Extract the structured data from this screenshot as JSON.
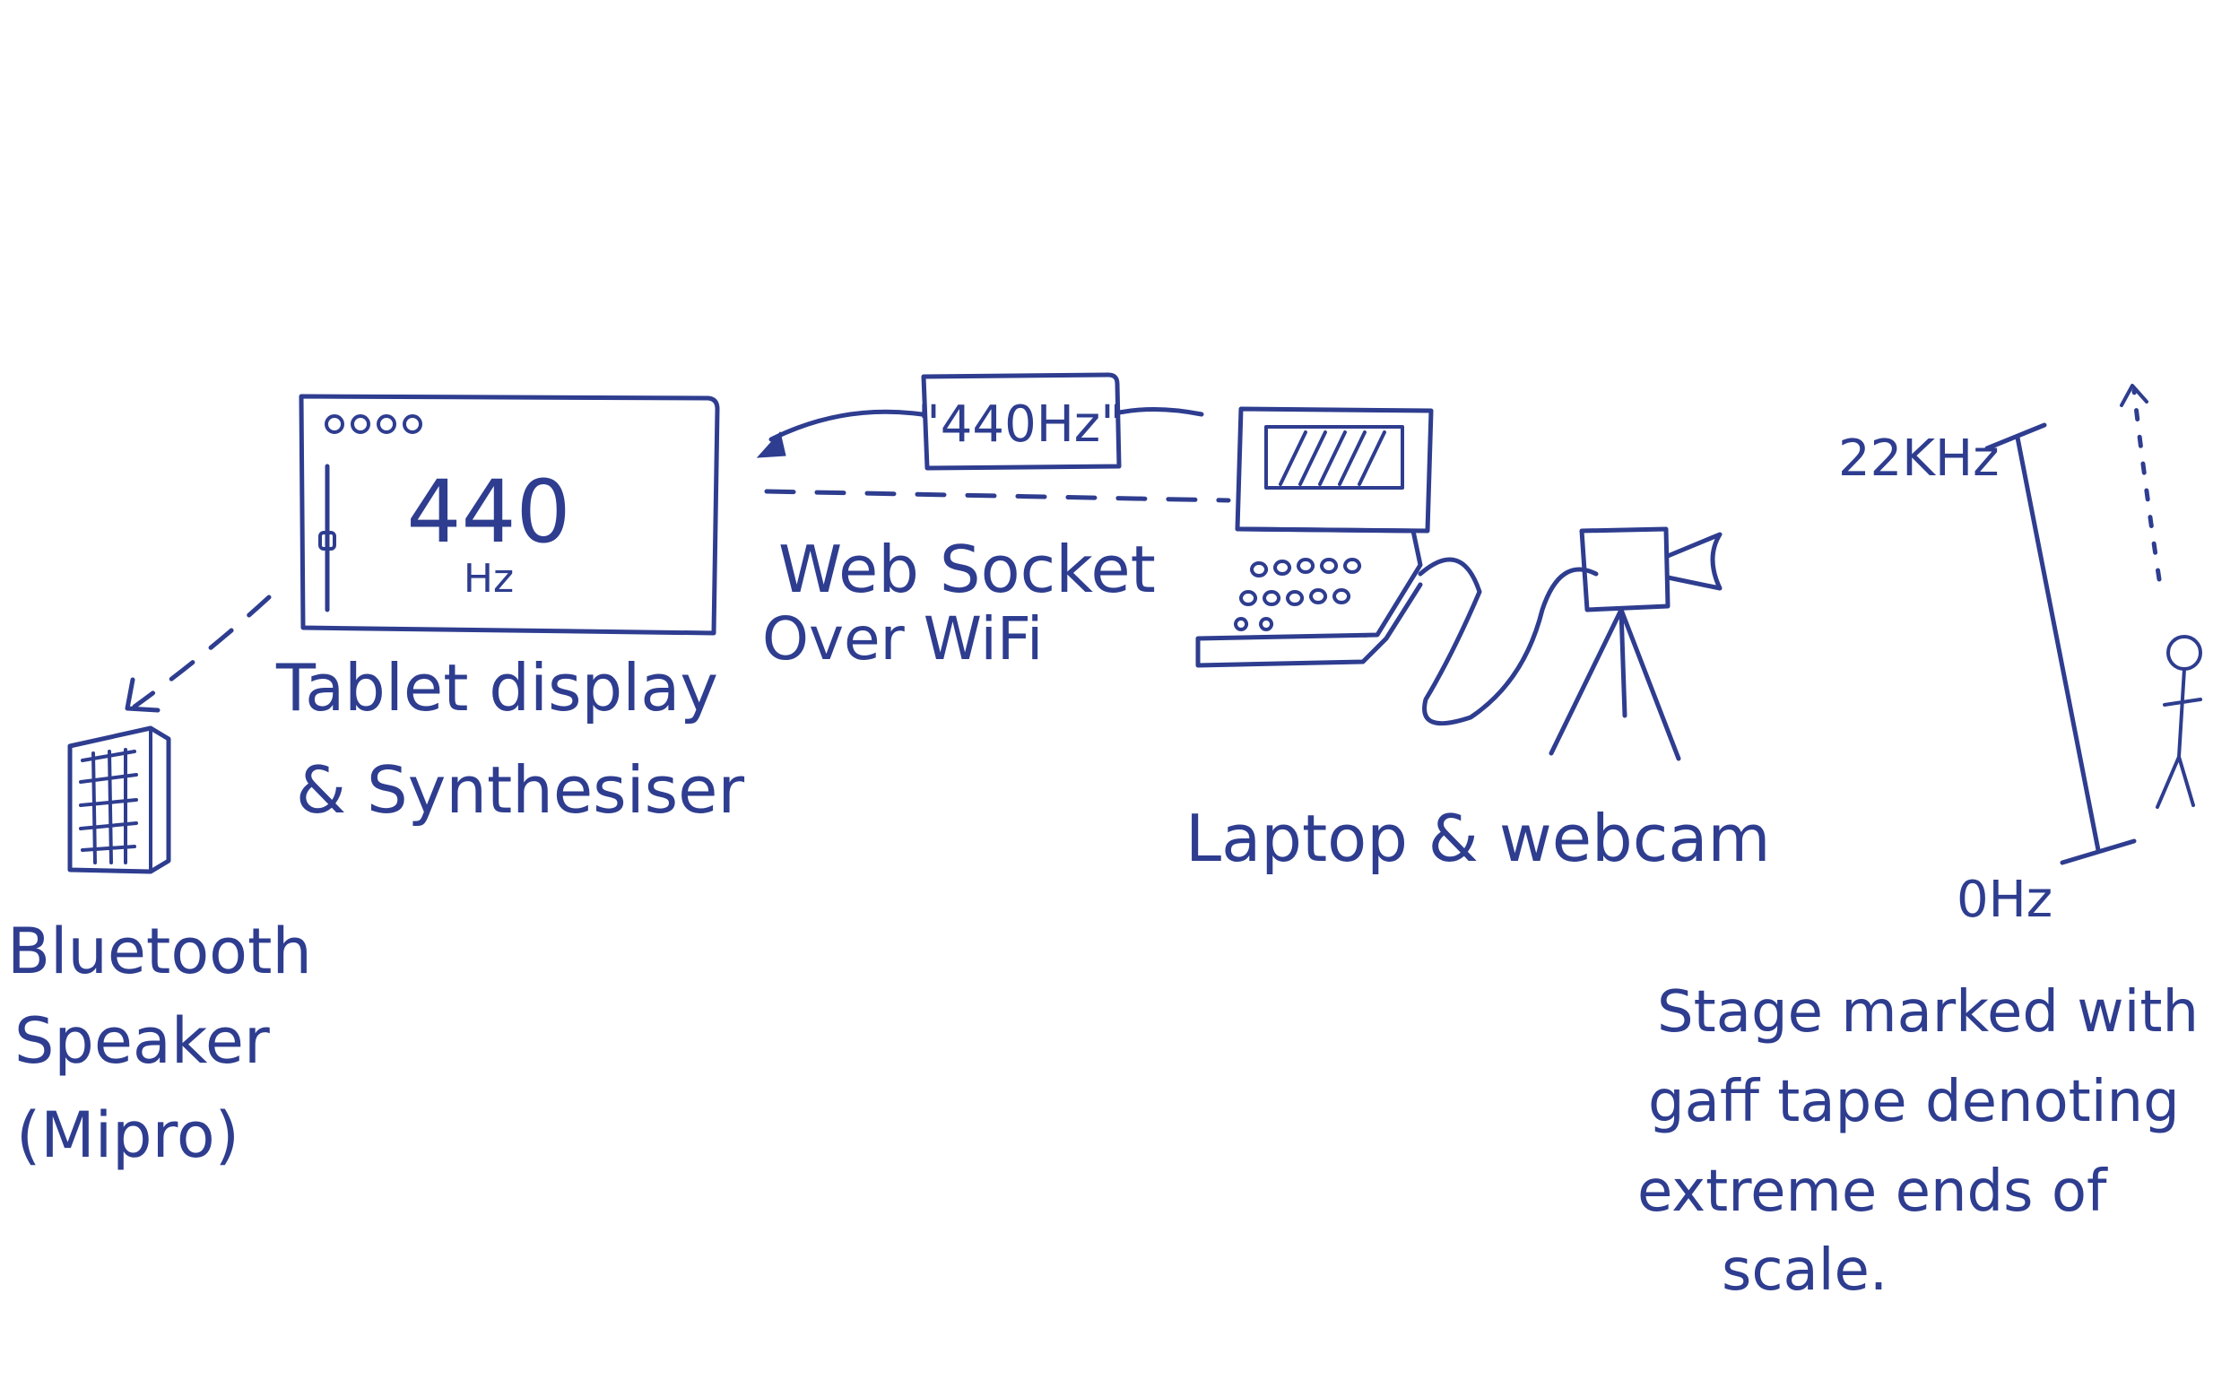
{
  "colors": {
    "ink": "#2e3d8f",
    "background": "#ffffff"
  },
  "tablet": {
    "frequency": "440",
    "unit": "Hz",
    "label_line1": "Tablet display",
    "label_line2": "& Synthesiser"
  },
  "message": {
    "payload": "\"440Hz\"",
    "link_line1": "Web Socket",
    "link_line2": "Over WiFi"
  },
  "laptop": {
    "label": "Laptop & webcam"
  },
  "speaker": {
    "label_line1": "Bluetooth",
    "label_line2": "Speaker",
    "label_line3": "(Mipro)"
  },
  "scale": {
    "top_label": "22KHz",
    "bottom_label": "0Hz"
  },
  "stage_note": {
    "line1": "Stage marked with",
    "line2": "gaff tape denoting",
    "line3": "extreme ends of",
    "line4": "scale."
  }
}
